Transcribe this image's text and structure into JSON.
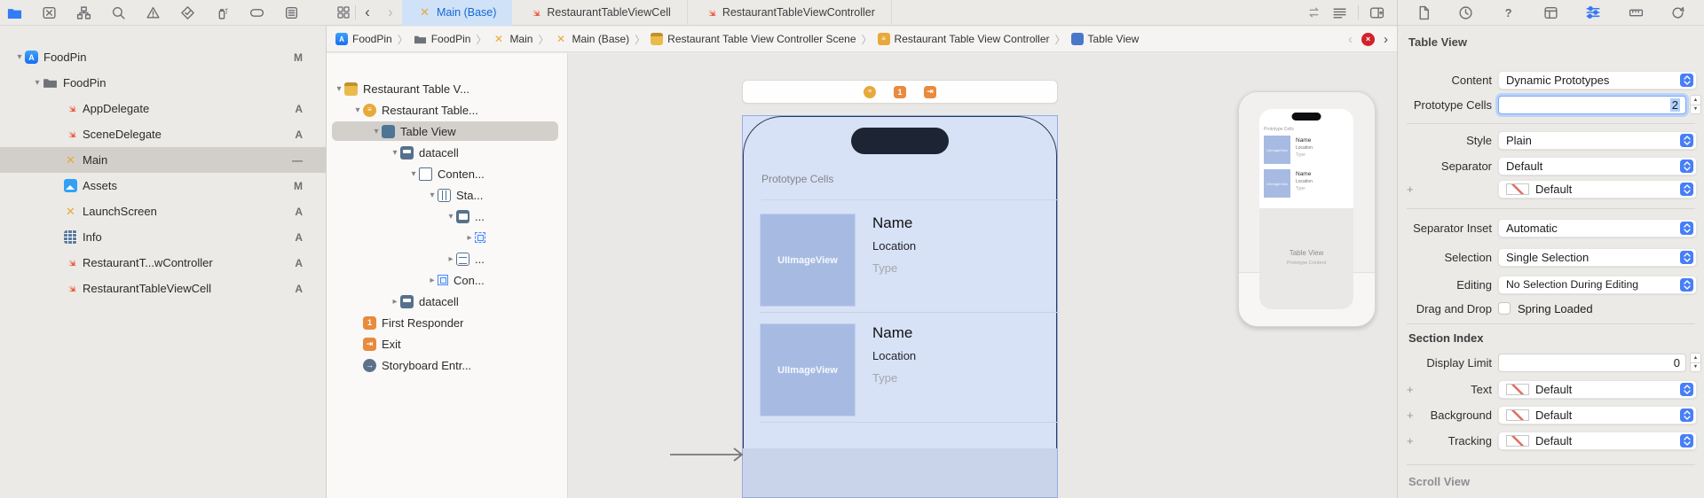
{
  "navigator": {
    "toolbar_icons": [
      "project-navigator-icon",
      "source-control-icon",
      "symbol-navigator-icon",
      "find-navigator-icon",
      "issue-navigator-icon",
      "test-navigator-icon",
      "debug-navigator-icon",
      "breakpoint-navigator-icon",
      "report-navigator-icon"
    ],
    "tree": [
      {
        "label": "FoodPin",
        "badge": "M",
        "icon": "app-icon",
        "level": 0,
        "disclosure": "open",
        "selected": false
      },
      {
        "label": "FoodPin",
        "badge": "",
        "icon": "folder-icon",
        "level": 1,
        "disclosure": "open",
        "selected": false
      },
      {
        "label": "AppDelegate",
        "badge": "A",
        "icon": "swift-icon",
        "level": 2,
        "selected": false
      },
      {
        "label": "SceneDelegate",
        "badge": "A",
        "icon": "swift-icon",
        "level": 2,
        "selected": false
      },
      {
        "label": "Main",
        "badge": "—",
        "icon": "storyboard-icon",
        "level": 2,
        "selected": true
      },
      {
        "label": "Assets",
        "badge": "M",
        "icon": "assets-icon",
        "level": 2,
        "selected": false
      },
      {
        "label": "LaunchScreen",
        "badge": "A",
        "icon": "storyboard-icon",
        "level": 2,
        "selected": false
      },
      {
        "label": "Info",
        "badge": "A",
        "icon": "plist-icon",
        "level": 2,
        "selected": false
      },
      {
        "label": "RestaurantT...wController",
        "badge": "A",
        "icon": "swift-icon",
        "level": 2,
        "selected": false
      },
      {
        "label": "RestaurantTableViewCell",
        "badge": "A",
        "icon": "swift-icon",
        "level": 2,
        "selected": false
      }
    ]
  },
  "editor": {
    "tabs": [
      {
        "label": "Main (Base)",
        "icon": "storyboard-icon",
        "active": true
      },
      {
        "label": "RestaurantTableViewCell",
        "icon": "swift-icon",
        "active": false
      },
      {
        "label": "RestaurantTableViewController",
        "icon": "swift-icon",
        "active": false
      }
    ],
    "jumpbar": {
      "crumbs": [
        {
          "icon": "app-icon",
          "label": "FoodPin"
        },
        {
          "icon": "folder-icon",
          "label": "FoodPin"
        },
        {
          "icon": "storyboard-icon",
          "label": "Main"
        },
        {
          "icon": "storyboard-icon",
          "label": "Main (Base)"
        },
        {
          "icon": "scene-icon",
          "label": "Restaurant Table View Controller Scene"
        },
        {
          "icon": "view-controller-icon",
          "label": "Restaurant Table View Controller"
        },
        {
          "icon": "table-view-icon",
          "label": "Table View"
        }
      ],
      "error_count_icon": "error-badge"
    }
  },
  "outline": {
    "rows": [
      {
        "label": "Restaurant Table V...",
        "icon": "scene-icon",
        "level": 0,
        "disclosure": "open"
      },
      {
        "label": "Restaurant Table...",
        "icon": "view-controller-icon",
        "level": 1,
        "disclosure": "open"
      },
      {
        "label": "Table View",
        "icon": "table-view-icon",
        "level": 2,
        "disclosure": "open",
        "selected": true
      },
      {
        "label": "datacell",
        "icon": "table-cell-icon",
        "level": 3,
        "disclosure": "open"
      },
      {
        "label": "Conten...",
        "icon": "content-view-icon",
        "level": 4,
        "disclosure": "open"
      },
      {
        "label": "Sta...",
        "icon": "stack-view-icon",
        "level": 5,
        "disclosure": "open"
      },
      {
        "label": "...",
        "icon": "image-view-icon",
        "level": 6,
        "disclosure": "open"
      },
      {
        "label": "",
        "icon": "constraints-icon",
        "level": 7,
        "disclosure": "closed"
      },
      {
        "label": "...",
        "icon": "rows-icon",
        "level": 6,
        "disclosure": "closed"
      },
      {
        "label": "Con...",
        "icon": "constraints-icon",
        "level": 5,
        "disclosure": "closed"
      },
      {
        "label": "datacell",
        "icon": "table-cell-icon",
        "level": 3,
        "disclosure": "closed"
      },
      {
        "label": "First Responder",
        "icon": "first-responder-icon",
        "level": 1
      },
      {
        "label": "Exit",
        "icon": "exit-icon",
        "level": 1
      },
      {
        "label": "Storyboard Entr...",
        "icon": "entry-point-icon",
        "level": 1
      }
    ]
  },
  "canvas": {
    "scene": {
      "header_icons": [
        "view-controller-icon",
        "first-responder-icon",
        "exit-icon"
      ],
      "first_responder_glyph": "1",
      "section_label": "Prototype Cells",
      "cells": [
        {
          "image": "UIImageView",
          "name": "Name",
          "location": "Location",
          "type": "Type"
        },
        {
          "image": "UIImageView",
          "name": "Name",
          "location": "Location",
          "type": "Type"
        }
      ]
    },
    "preview": {
      "section_label": "Prototype Cells",
      "cells": [
        {
          "image": "UIImageView",
          "name": "Name",
          "location": "Location",
          "type": "Type"
        },
        {
          "image": "UIImageView",
          "name": "Name",
          "location": "Location",
          "type": "Type"
        }
      ],
      "title": "Table View",
      "subtitle": "Prototype Content"
    }
  },
  "inspector": {
    "toolbar_icons": [
      "file-inspector-icon",
      "history-inspector-icon",
      "help-inspector-icon",
      "identity-inspector-icon",
      "attributes-inspector-icon",
      "size-inspector-icon",
      "connections-inspector-icon"
    ],
    "title": "Table View",
    "content": {
      "label": "Content",
      "value": "Dynamic Prototypes"
    },
    "prototype_cells": {
      "label": "Prototype Cells",
      "value": "2"
    },
    "style": {
      "label": "Style",
      "value": "Plain"
    },
    "separator": {
      "label": "Separator",
      "value": "Default"
    },
    "separator_color": {
      "value": "Default"
    },
    "separator_inset": {
      "label": "Separator Inset",
      "value": "Automatic"
    },
    "selection": {
      "label": "Selection",
      "value": "Single Selection"
    },
    "editing": {
      "label": "Editing",
      "value": "No Selection During Editing"
    },
    "drag_and_drop": {
      "label": "Drag and Drop",
      "checkbox_label": "Spring Loaded",
      "checked": false
    },
    "section_index_header": "Section Index",
    "display_limit": {
      "label": "Display Limit",
      "value": "0"
    },
    "text": {
      "label": "Text",
      "value": "Default"
    },
    "background": {
      "label": "Background",
      "value": "Default"
    },
    "tracking": {
      "label": "Tracking",
      "value": "Default"
    },
    "scroll_view_header": "Scroll View"
  },
  "colors": {
    "accent_blue": "#477EF8",
    "active_tab_bg": "#CFE2F8",
    "active_tab_text": "#1667D3",
    "swift_orange": "#F05138",
    "storyboard_yellow": "#E9A83B",
    "scene_selection_blue": "#D8E2F7",
    "image_placeholder_blue": "#A7BBE2",
    "error_red": "#D2222D"
  }
}
